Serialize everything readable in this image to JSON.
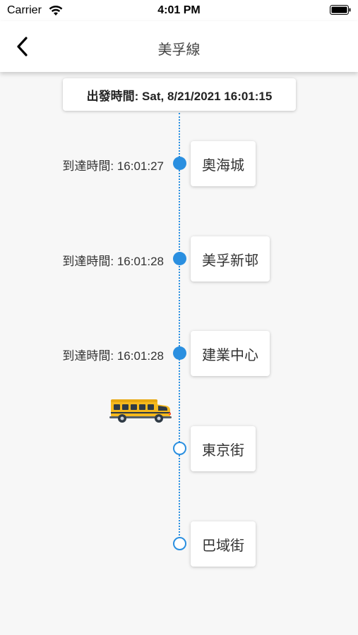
{
  "status_bar": {
    "carrier": "Carrier",
    "time": "4:01 PM"
  },
  "nav": {
    "title": "美孚線"
  },
  "departure": {
    "label": "出發時間: Sat, 8/21/2021 16:01:15"
  },
  "stops": [
    {
      "name": "奧海城",
      "arrival": "到達時間: 16:01:27",
      "status": "passed"
    },
    {
      "name": "美孚新邨",
      "arrival": "到達時間: 16:01:28",
      "status": "passed"
    },
    {
      "name": "建業中心",
      "arrival": "到達時間: 16:01:28",
      "status": "passed"
    },
    {
      "name": "東京街",
      "arrival": "",
      "status": "upcoming"
    },
    {
      "name": "巴域街",
      "arrival": "",
      "status": "upcoming"
    }
  ],
  "icons": {
    "back": "chevron-left-icon",
    "bus": "school-bus-icon",
    "wifi": "wifi-icon",
    "battery": "battery-icon"
  },
  "colors": {
    "accent": "#2a8fe0",
    "bus_body": "#f5b91d"
  }
}
